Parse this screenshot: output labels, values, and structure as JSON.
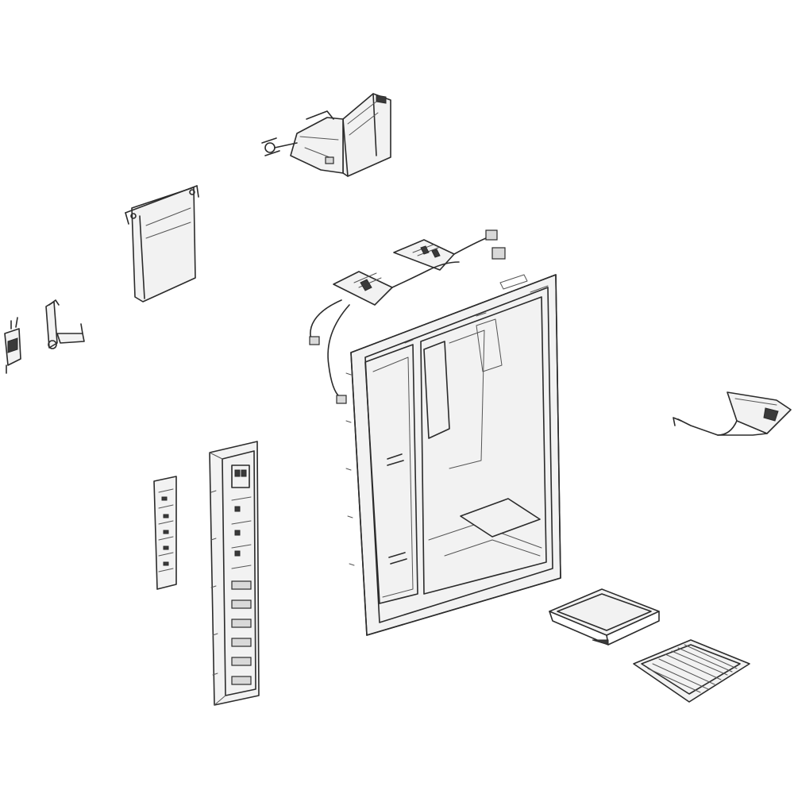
{
  "diagram": {
    "parts": [
      {
        "id": "ice-chute-bracket"
      },
      {
        "id": "dispenser-flap"
      },
      {
        "id": "micro-switch"
      },
      {
        "id": "actuator-lever"
      },
      {
        "id": "control-boards-harness"
      },
      {
        "id": "dispenser-housing"
      },
      {
        "id": "funnel-guide"
      },
      {
        "id": "display-label"
      },
      {
        "id": "control-panel"
      },
      {
        "id": "drip-tray"
      },
      {
        "id": "tray-grille"
      }
    ]
  }
}
